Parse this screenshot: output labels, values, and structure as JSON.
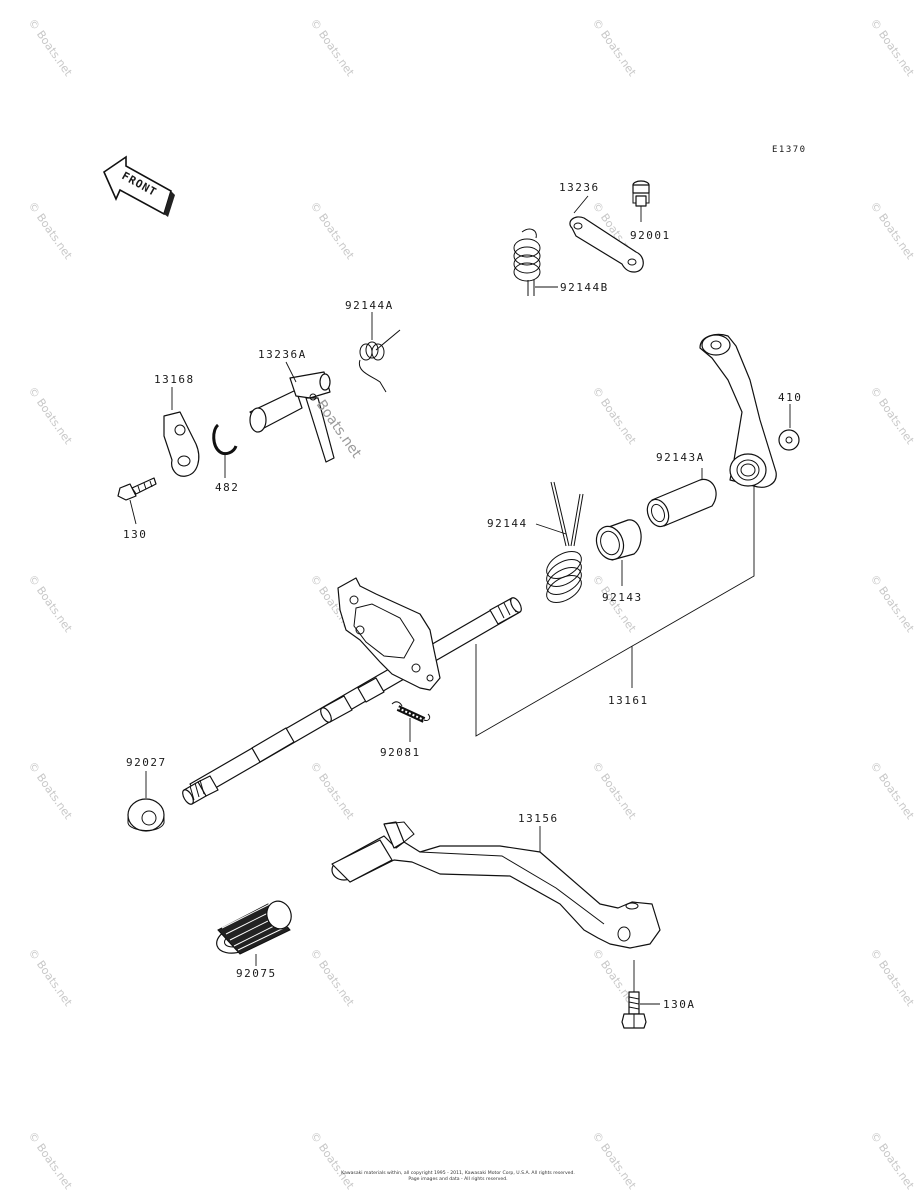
{
  "diagram_code": "E1370",
  "front_label": "FRONT",
  "watermark": {
    "text": "© Boats.net",
    "center_text": "Boats.net"
  },
  "copyright": {
    "line1": "Kawasaki materials within, all copyright 1995 - 2011, Kawasaki Motor Corp, U.S.A. All rights reserved.",
    "line2": "Page images and data - All rights reserved."
  },
  "parts": {
    "p13236": "13236",
    "p92001": "92001",
    "p92144B": "92144B",
    "p92144A": "92144A",
    "p13236A": "13236A",
    "p13168": "13168",
    "p482": "482",
    "p130": "130",
    "p410": "410",
    "p92143A": "92143A",
    "p92144": "92144",
    "p92143": "92143",
    "p13161": "13161",
    "p92027": "92027",
    "p92081": "92081",
    "p13156": "13156",
    "p92075": "92075",
    "p130A": "130A"
  }
}
